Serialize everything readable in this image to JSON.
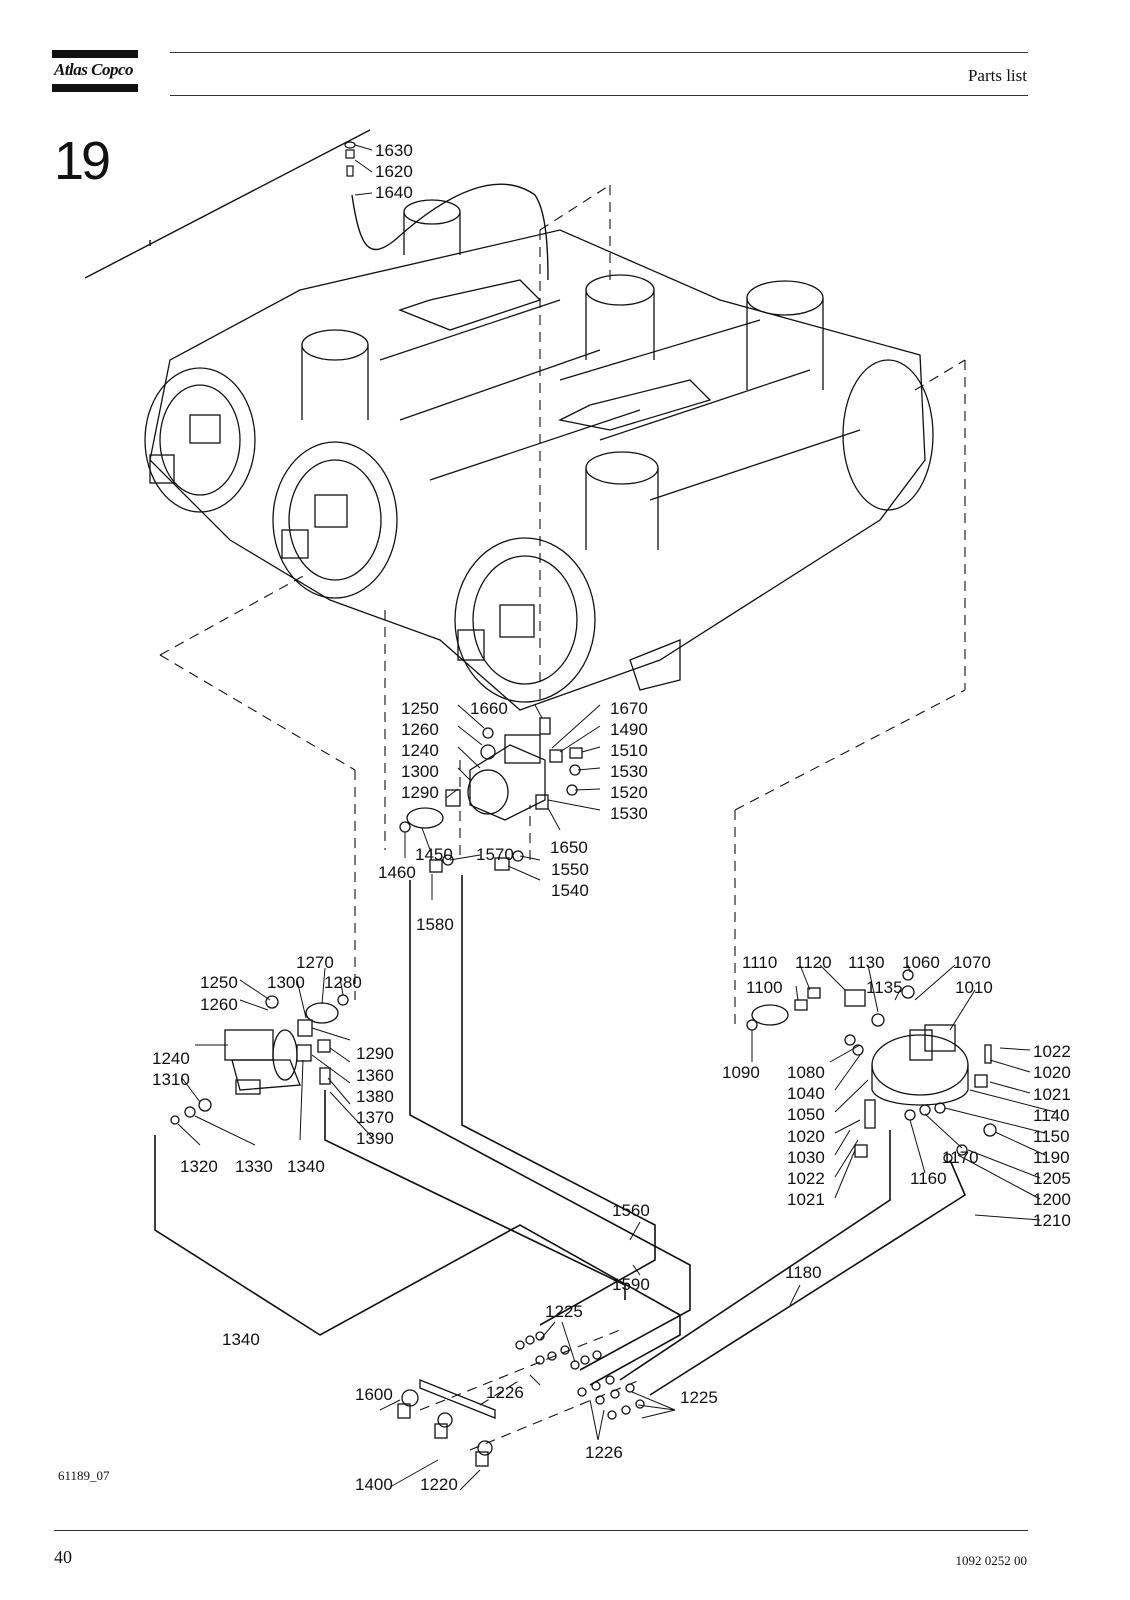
{
  "header": {
    "brand": "Atlas Copco",
    "title": "Parts list"
  },
  "section_number": "19",
  "diagram": {
    "part_labels": [
      "1630",
      "1620",
      "1640",
      "1250",
      "1660",
      "1670",
      "1260",
      "1490",
      "1240",
      "1510",
      "1300",
      "1530",
      "1290",
      "1520",
      "1530",
      "1650",
      "1450",
      "1570",
      "1460",
      "1550",
      "1540",
      "1580",
      "1270",
      "1250",
      "1300",
      "1280",
      "1260",
      "1290",
      "1240",
      "1360",
      "1310",
      "1380",
      "1370",
      "1390",
      "1320",
      "1330",
      "1340",
      "1110",
      "1120",
      "1130",
      "1060",
      "1070",
      "1100",
      "1135",
      "1010",
      "1022",
      "1090",
      "1080",
      "1020",
      "1040",
      "1021",
      "1050",
      "1140",
      "1020",
      "1150",
      "1030",
      "1170",
      "1190",
      "1022",
      "1160",
      "1205",
      "1021",
      "1200",
      "1210",
      "1560",
      "1590",
      "1180",
      "1340",
      "1225",
      "1600",
      "1226",
      "1225",
      "1226",
      "1400",
      "1220"
    ]
  },
  "footer": {
    "figure_id": "61189_07",
    "page_number": "40",
    "document_number": "1092 0252 00"
  }
}
